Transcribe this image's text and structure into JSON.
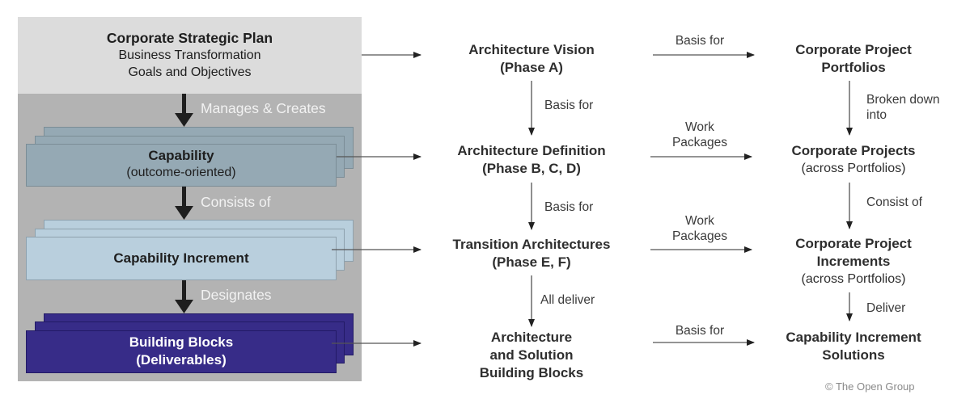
{
  "left_panel": {
    "strategic_plan": {
      "title": "Corporate Strategic Plan",
      "line1": "Business Transformation",
      "line2": "Goals and Objectives"
    },
    "relations": {
      "manages_creates": "Manages & Creates",
      "consists_of": "Consists of",
      "designates": "Designates"
    },
    "capability": {
      "title": "Capability",
      "subtitle": "(outcome-oriented)"
    },
    "capability_increment": {
      "title": "Capability Increment"
    },
    "building_blocks": {
      "title": "Building Blocks",
      "subtitle": "(Deliverables)"
    }
  },
  "middle_column": {
    "architecture_vision": {
      "line1": "Architecture Vision",
      "line2": "(Phase A)"
    },
    "architecture_definition": {
      "line1": "Architecture Definition",
      "line2": "(Phase B, C, D)"
    },
    "transition_architectures": {
      "line1": "Transition Architectures",
      "line2": "(Phase E, F)"
    },
    "building_blocks": {
      "line1": "Architecture",
      "line2": "and Solution",
      "line3": "Building Blocks"
    },
    "edges": {
      "vision_to_definition": "Basis for",
      "definition_to_transition": "Basis for",
      "transition_to_blocks": "All deliver"
    }
  },
  "right_column": {
    "portfolios": {
      "line1": "Corporate Project",
      "line2": "Portfolios"
    },
    "projects": {
      "line1": "Corporate Projects",
      "line2": "(across Portfolios)"
    },
    "increments": {
      "line1": "Corporate Project",
      "line2": "Increments",
      "line3": "(across Portfolios)"
    },
    "solutions": {
      "line1": "Capability Increment",
      "line2": "Solutions"
    },
    "edges": {
      "portfolios_to_projects_1": "Broken down",
      "portfolios_to_projects_2": "into",
      "projects_to_increments": "Consist of",
      "increments_to_solutions": "Deliver"
    }
  },
  "cross_edges": {
    "vision_to_portfolios": "Basis for",
    "definition_to_projects_1": "Work",
    "definition_to_projects_2": "Packages",
    "transition_to_increments_1": "Work",
    "transition_to_increments_2": "Packages",
    "blocks_to_solutions": "Basis for"
  },
  "copyright": "© The Open Group",
  "colors": {
    "panel_light": "#dcdcdc",
    "panel_gray": "#b3b3b3",
    "capability": "#95a9b4",
    "capability_increment": "#b9cfdd",
    "building_blocks": "#372c88"
  }
}
